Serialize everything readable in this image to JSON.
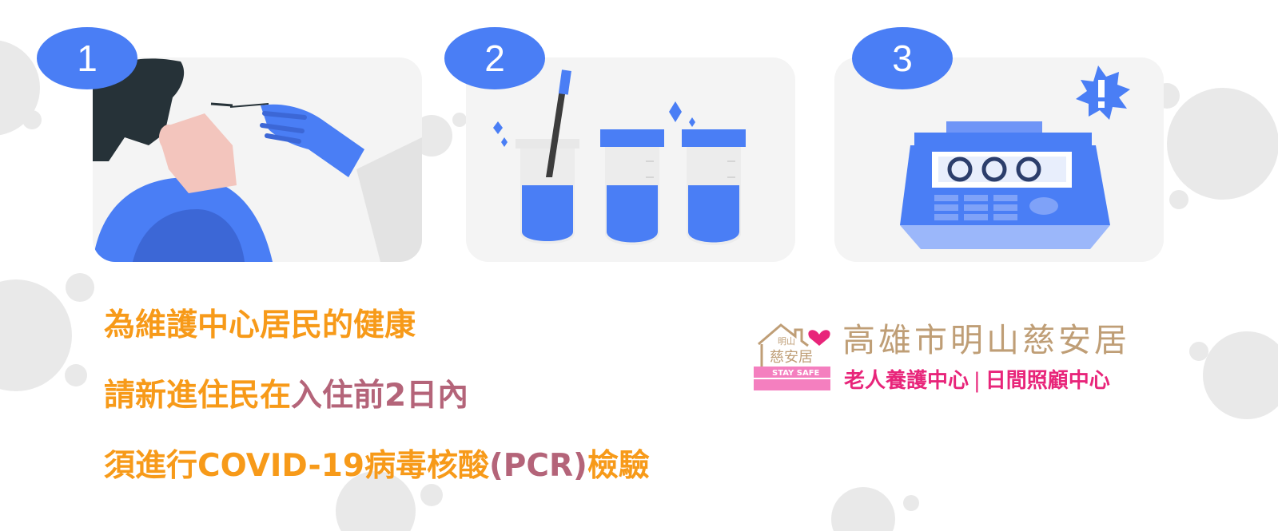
{
  "steps": [
    {
      "number": "1",
      "illustration": "nasal-swab"
    },
    {
      "number": "2",
      "illustration": "sample-test-tubes"
    },
    {
      "number": "3",
      "illustration": "pcr-machine"
    }
  ],
  "message": {
    "line1": "為維護中心居民的健康",
    "line2_part1": "請新進住民在",
    "line2_part2": "入住前2日內",
    "line3_part1": "須進行COVID-19病毒核酸",
    "line3_part2": "(PCR)",
    "line3_part3": "檢驗"
  },
  "organization": {
    "mark_text_top": "明山",
    "mark_text_main": "慈安居",
    "mark_ribbon": "STAY SAFE",
    "name": "高雄市明山慈安居",
    "sub_left": "老人養護中心",
    "separator": "|",
    "sub_right": "日間照顧中心"
  },
  "colors": {
    "accent_blue": "#4a7ef5",
    "text_orange": "#f79a19",
    "text_rose": "#b46479",
    "brand_gold": "#bf9e76",
    "brand_pink": "#e8257a",
    "ribbon_pink": "#f47fbf"
  }
}
